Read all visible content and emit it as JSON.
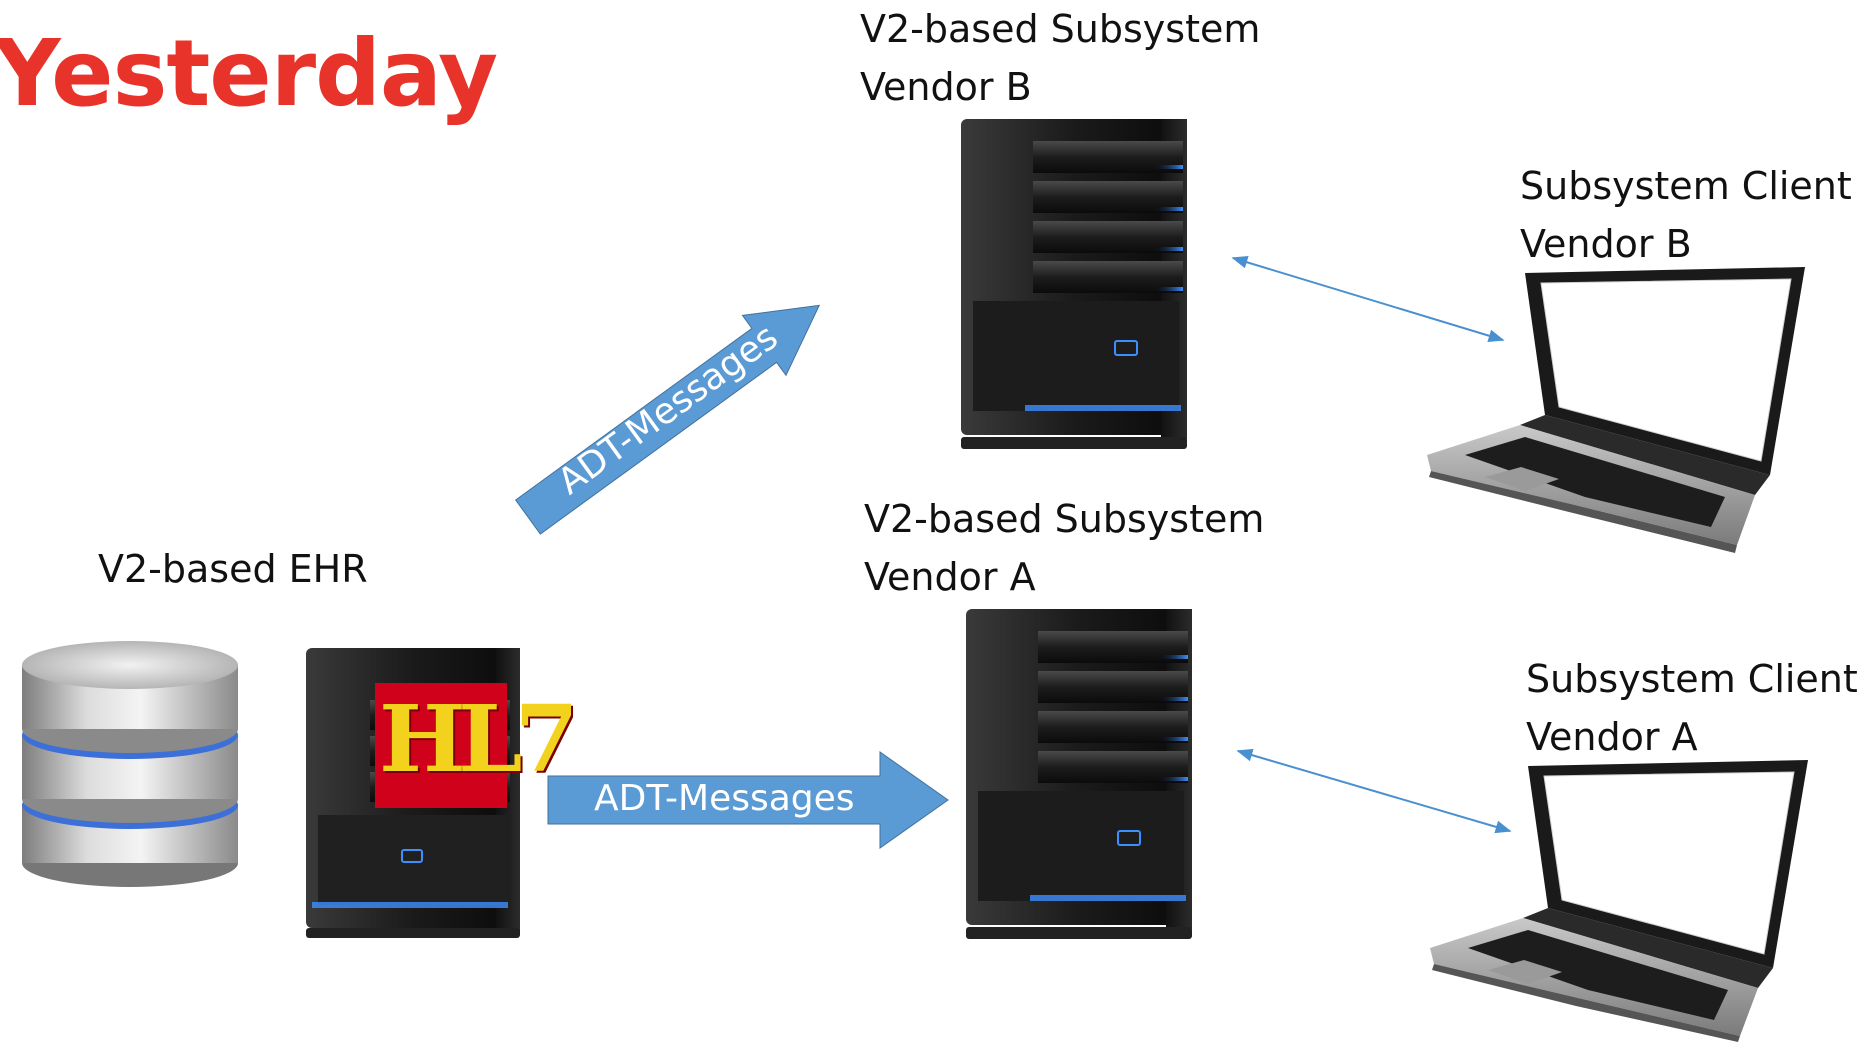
{
  "title": "Yesterday",
  "ehr": {
    "label": "V2-based EHR",
    "logo_text": "HL7"
  },
  "subsystem_b": {
    "line1": "V2-based Subsystem",
    "line2": "Vendor B"
  },
  "subsystem_a": {
    "line1": "V2-based Subsystem",
    "line2": "Vendor A"
  },
  "client_b": {
    "line1": "Subsystem Client",
    "line2": "Vendor B"
  },
  "client_a": {
    "line1": "Subsystem Client",
    "line2": "Vendor A"
  },
  "arrow_to_b": {
    "label": "ADT-Messages"
  },
  "arrow_to_a": {
    "label": "ADT-Messages"
  },
  "colors": {
    "title": "#e8332a",
    "arrow_fill": "#5b9bd5",
    "link_line": "#4a90d0",
    "server_led": "#3d8fff"
  }
}
